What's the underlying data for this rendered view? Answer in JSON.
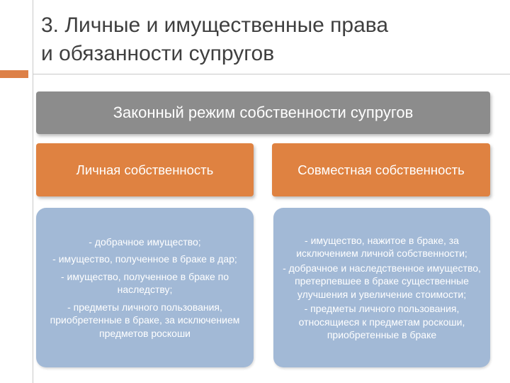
{
  "title": {
    "line1": "3. Личные и имущественные права",
    "line2": "и обязанности супругов"
  },
  "header": "Законный режим  собственности супругов",
  "left": {
    "category": "Личная собственность",
    "items": [
      "- добрачное имущество;",
      "- имущество, полученное в браке в дар;",
      "- имущество, полученное в браке по наследству;",
      "- предметы личного пользования, приобретенные в браке, за исключением предметов роскоши"
    ]
  },
  "right": {
    "category": "Совместная собственность",
    "items": [
      "- имущество, нажитое в браке, за исключением личной собственности;",
      "- добрачное и наследственное имущество, претерпевшее в браке существенные улучшения и увеличение стоимости;",
      "- предметы личного пользования, относящиеся к предметам роскоши, приобретенные в браке"
    ]
  },
  "colors": {
    "accent": "#dd8047",
    "header_bg": "#8c8c8c",
    "category_bg": "#df8241",
    "list_bg": "#a2b9d6"
  }
}
